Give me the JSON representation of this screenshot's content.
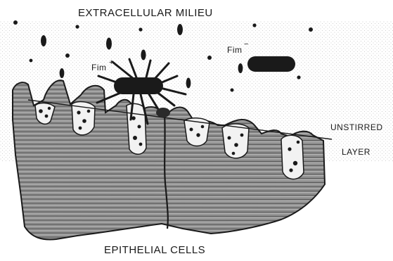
{
  "labels": {
    "top": "EXTRACELLULAR MILIEU",
    "fim_plus": "Fim",
    "fim_plus_sup": "+",
    "fim_minus": "Fim",
    "fim_minus_sup": "−",
    "unstirred_1": "UNSTIRRED",
    "unstirred_2": "LAYER",
    "bottom": "EPITHELIAL CELLS"
  },
  "colors": {
    "ink": "#1a1a1a",
    "tissue": "#9a9a9a",
    "stipple": "#c9c9c9",
    "background": "#ffffff"
  }
}
